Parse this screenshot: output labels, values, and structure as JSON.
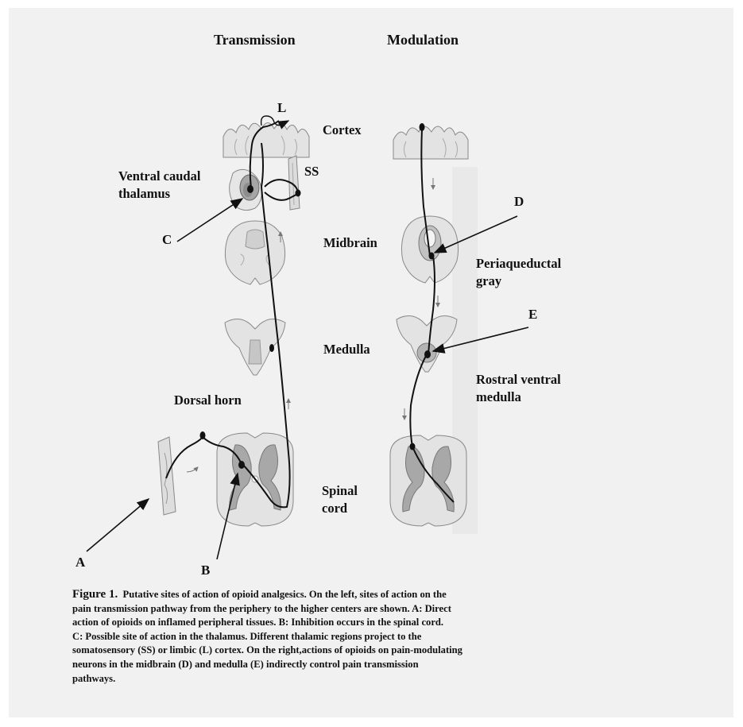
{
  "columns": {
    "left": "Transmission",
    "right": "Modulation"
  },
  "labels": {
    "L": "L",
    "SS": "SS",
    "ventral_caudal_thalamus": [
      "Ventral caudal",
      "thalamus"
    ],
    "C": "C",
    "dorsal_horn": "Dorsal horn",
    "A": "A",
    "B": "B",
    "cortex": "Cortex",
    "D": "D",
    "midbrain": "Midbrain",
    "periaqueductal_gray": [
      "Periaqueductal",
      "gray"
    ],
    "E": "E",
    "medulla": "Medulla",
    "rostral_ventral_medulla": [
      "Rostral ventral",
      "medulla"
    ],
    "spinal_cord": [
      "Spinal",
      "cord"
    ]
  },
  "caption": {
    "figure_number": "Figure 1.",
    "lines": [
      "Putative sites of action of opioid analgesics. On the left, sites of action on the",
      "pain transmission pathway from the periphery to the higher centers are shown.  A: Direct",
      "action  of opioids on inflamed peripheral tissues.  B: Inhibition occurs in the spinal cord.",
      "C: Possible site of action in the thalamus.  Different thalamic regions project to the",
      "somatosensory (SS) or limbic (L) cortex.  On the right,actions of opioids on pain-modulating",
      "neurons in the midbrain (D) and medulla (E) indirectly control pain transmission",
      "pathways."
    ]
  },
  "colors": {
    "panel": "#f1f1f1",
    "tissue_light": "#e3e3e3",
    "tissue_gray": "#b9b9b9",
    "tissue_dark": "#9a9a9a",
    "ink": "#111111"
  }
}
